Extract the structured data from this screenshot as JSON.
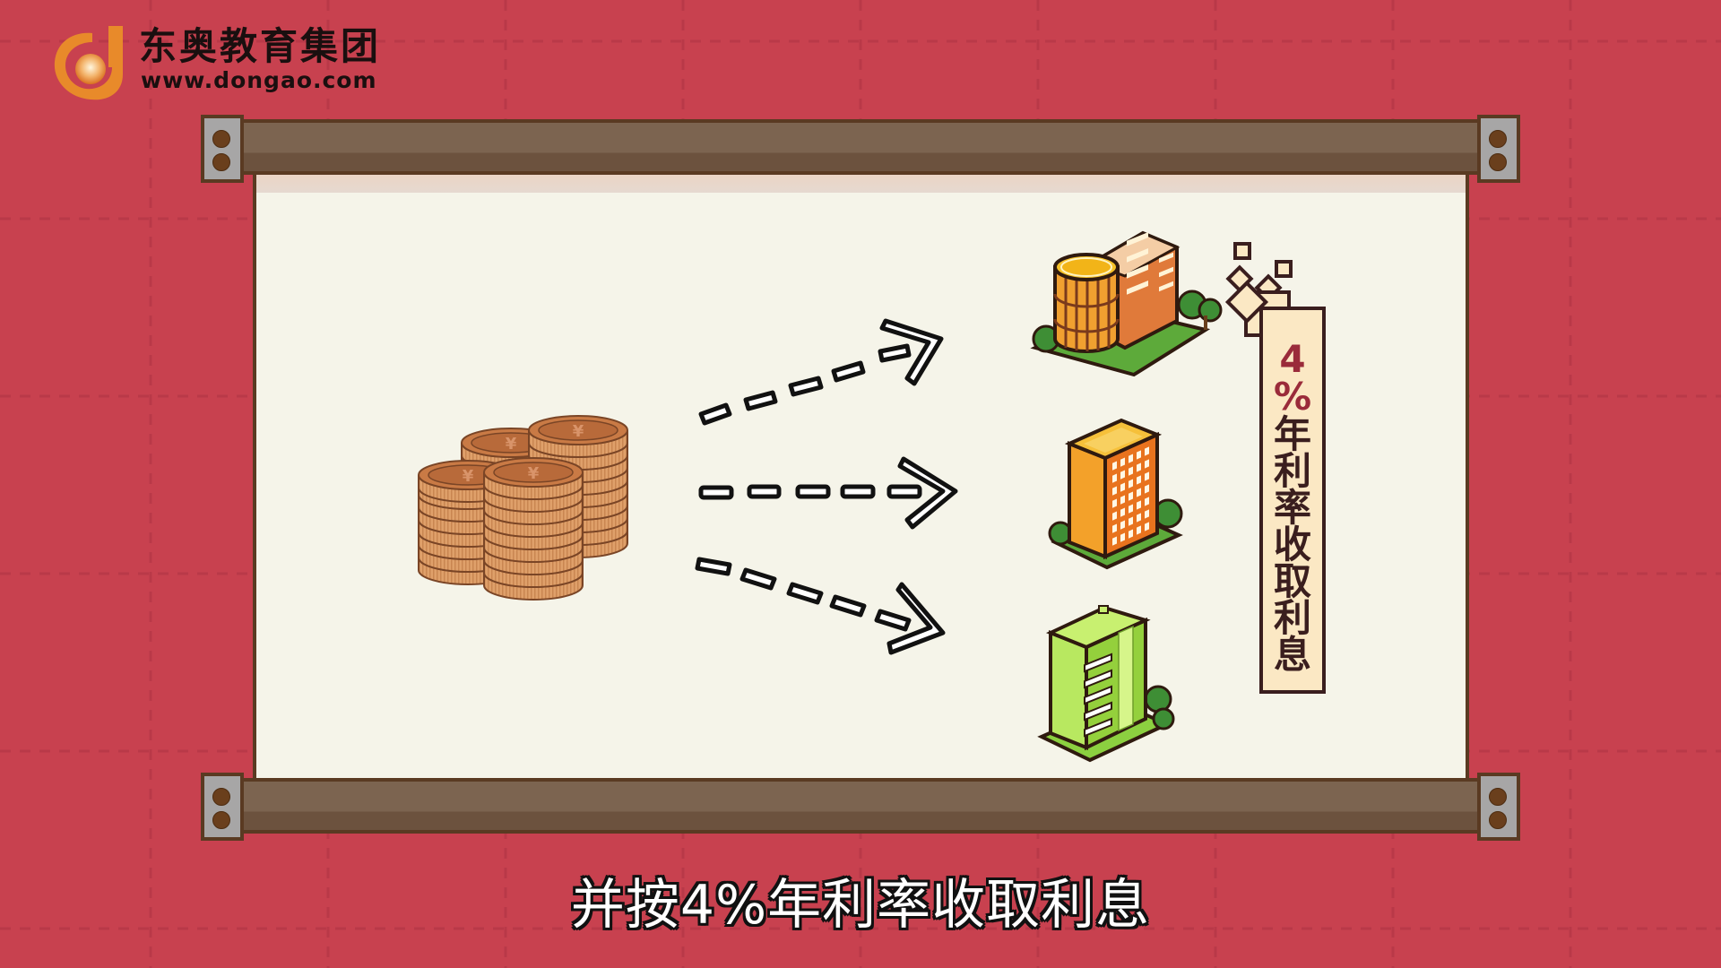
{
  "logo": {
    "title": "东奥教育集团",
    "url": "www.dongao.com",
    "icon": "dongao-logo-icon",
    "colors": {
      "ring": "#E88A2A",
      "orb_center": "#FFF2D0",
      "orb_edge": "#E07A20"
    }
  },
  "scene": {
    "background_color": "#C8414F",
    "paper_color": "#F5F4E9",
    "bar_color": "#7C6450",
    "bracket_color": "#A7A6A6",
    "coins": {
      "icon": "yuan-coin-stack-icon",
      "symbol": "¥",
      "stacks": 4,
      "color": "#D99A64"
    },
    "arrows": [
      {
        "direction": "up-right",
        "icon": "dashed-arrow-icon"
      },
      {
        "direction": "right",
        "icon": "dashed-arrow-icon"
      },
      {
        "direction": "down-right",
        "icon": "dashed-arrow-icon"
      }
    ],
    "buildings": [
      {
        "icon": "office-building-icon",
        "color": "#F0A030",
        "style": "round-tower-orange"
      },
      {
        "icon": "highrise-building-icon",
        "color": "#F29A1E",
        "style": "tower-orange"
      },
      {
        "icon": "office-building-icon",
        "color": "#A8E050",
        "style": "tower-green"
      }
    ]
  },
  "banner": {
    "highlight": [
      "4",
      "%"
    ],
    "chars": [
      "年",
      "利",
      "率",
      "收",
      "取",
      "利",
      "息"
    ],
    "highlight_color": "#9A2B3A",
    "text_color": "#3A1E1E",
    "bg_color": "#FBE8C4"
  },
  "caption": {
    "text": "并按4%年利率收取利息"
  }
}
